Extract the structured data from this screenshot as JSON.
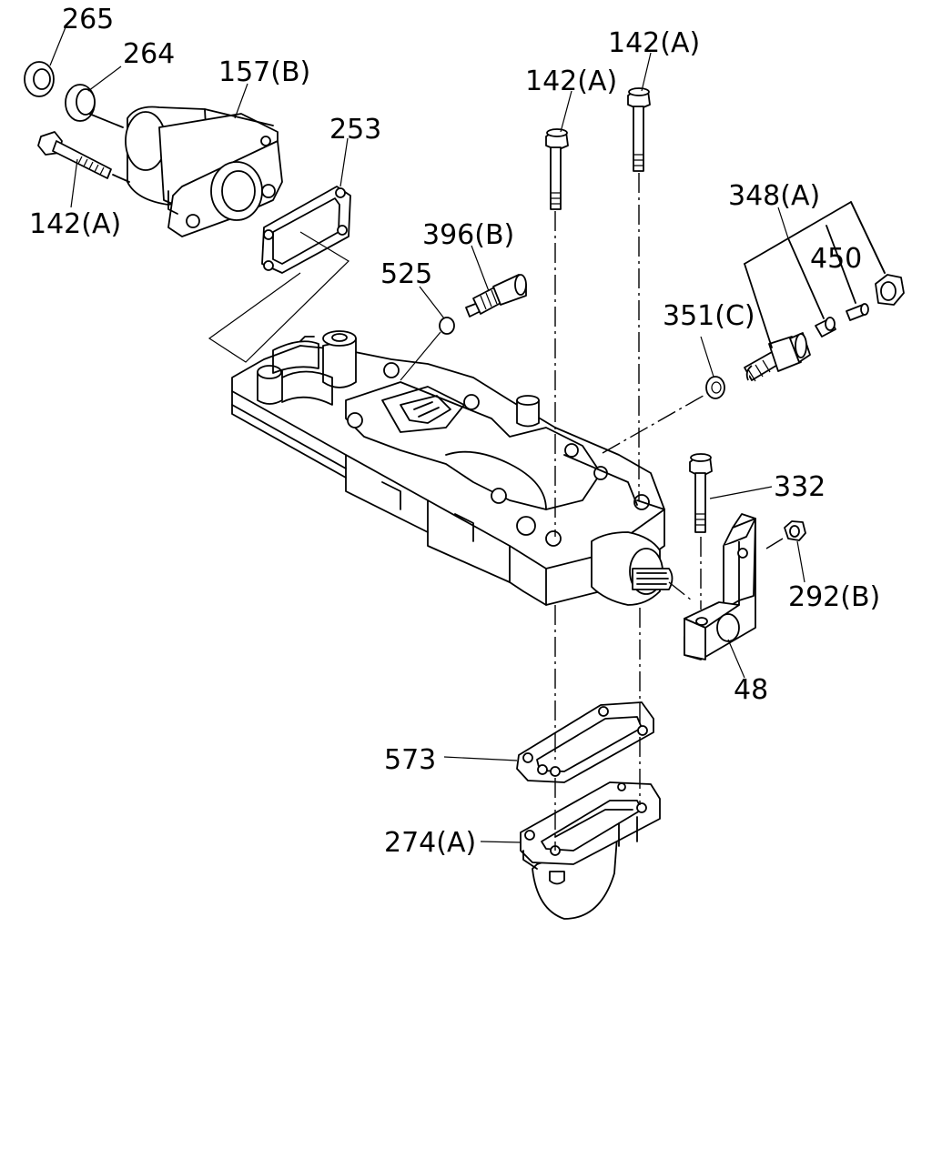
{
  "labels": {
    "p265": "265",
    "p264": "264",
    "p157b": "157(B)",
    "p253": "253",
    "p142a_bolt_left": "142(A)",
    "p142a_top_mid": "142(A)",
    "p142a_top_right": "142(A)",
    "p396b": "396(B)",
    "p525": "525",
    "p348a": "348(A)",
    "p450": "450",
    "p351c": "351(C)",
    "p332": "332",
    "p292b": "292(B)",
    "p48": "48",
    "p573": "573",
    "p274a": "274(A)"
  }
}
